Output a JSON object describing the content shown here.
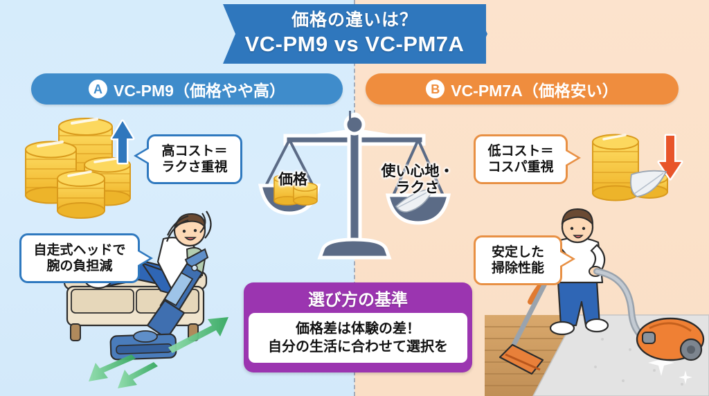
{
  "colors": {
    "left_bg": "#d8ecfb",
    "right_bg": "#fbe2cb",
    "banner": "#2f77bd",
    "left_header": "#3f8ccb",
    "right_header": "#ef8d3e",
    "panel_purple": "#9b35b0",
    "bubble_blue_border": "#2f79bf",
    "bubble_orange_border": "#e89044",
    "up_arrow": "#2f77bd",
    "down_arrow": "#e8552a",
    "motion_arrow": "#3cb371",
    "coin_gold": "#f6c83f",
    "scale_gray": "#5b6b86"
  },
  "banner": {
    "line1": "価格の違いは？",
    "line2": "VC-PM9 vs VC-PM7A"
  },
  "columns": {
    "left": {
      "badge": "A",
      "title": "VC-PM9（価格やや高）"
    },
    "right": {
      "badge": "B",
      "title": "VC-PM7A（価格安い）"
    }
  },
  "bubbles": {
    "left_top": {
      "line1": "高コスト＝",
      "line2": "ラクさ重視"
    },
    "left_bottom": {
      "line1": "自走式ヘッドで",
      "line2": "腕の負担減"
    },
    "right_top": {
      "line1": "低コスト＝",
      "line2": "コスパ重視"
    },
    "right_bottom": {
      "line1": "安定した",
      "line2": "掃除性能"
    }
  },
  "scale": {
    "left_pan_label": "価格",
    "right_pan_label_line1": "使い心地・",
    "right_pan_label_line2": "ラクさ"
  },
  "panel": {
    "heading": "選び方の基準",
    "line1": "価格差は体験の差！",
    "line2": "自分の生活に合わせて選択を"
  },
  "icons": {
    "up_arrow": "up-arrow-icon",
    "down_arrow": "down-arrow-icon",
    "feather": "feather-icon",
    "coins": "coin-stack-icon",
    "balance": "balance-scale-icon",
    "stick_vacuum": "stick-vacuum-icon",
    "canister_vacuum": "canister-vacuum-icon",
    "sofa": "sofa-icon",
    "person_relaxing": "person-relaxing-icon",
    "person_vacuuming": "person-vacuuming-icon",
    "motion_arrows": "motion-arrows-icon",
    "sparkle": "sparkle-icon"
  }
}
